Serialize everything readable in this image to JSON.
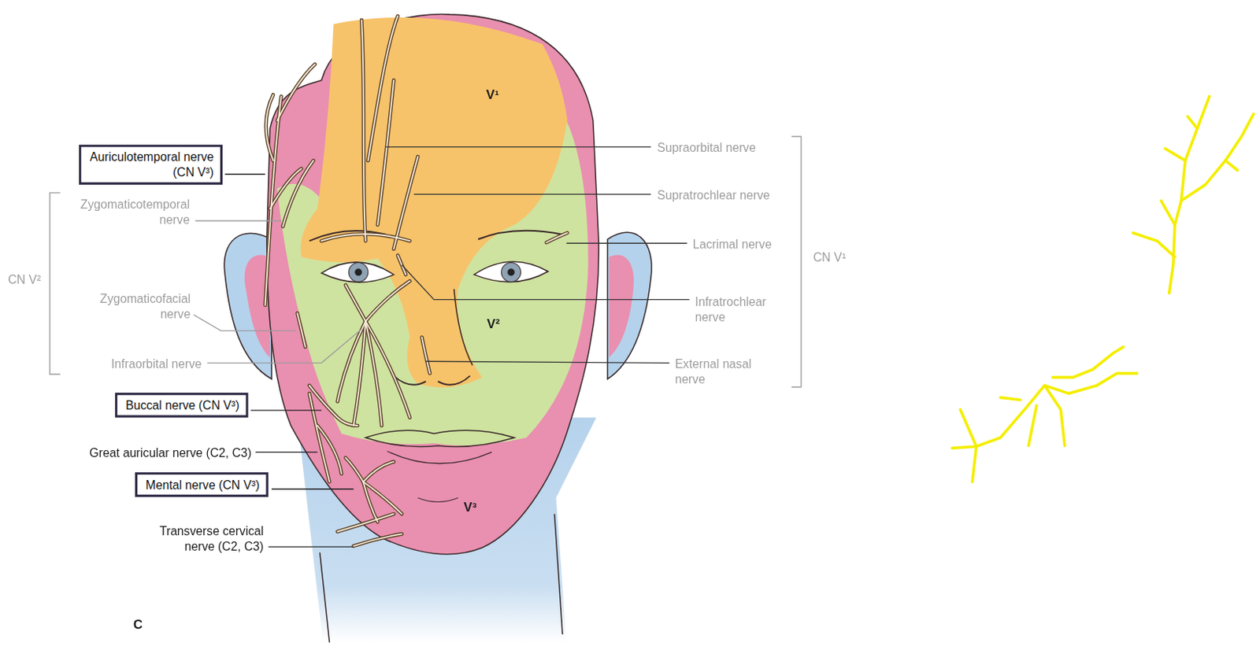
{
  "diagram": {
    "nodes": [
      {
        "text": [
          "Auriculotemporal nerve (CN V³)"
        ]
      },
      {
        "text": [
          "Buccal nerve (CN V³)"
        ]
      },
      {
        "text": [
          "Mental nerve (CN V³)"
        ]
      }
    ],
    "edges": [],
    "labels": [
      "V¹",
      "Supraorbital nerve",
      "Supratrochlear nerve",
      "Zygomaticotemporal nerve",
      "Lacrimal nerve",
      "CN V¹",
      "CN V²",
      "Zygomaticofacial nerve",
      "Infratrochlear nerve",
      "V²",
      "Infraorbital nerve",
      "External nasal nerve",
      "Great auricular nerve (C2, C3)",
      "V³",
      "Transverse cervical nerve (C2, C3)",
      "C"
    ]
  }
}
